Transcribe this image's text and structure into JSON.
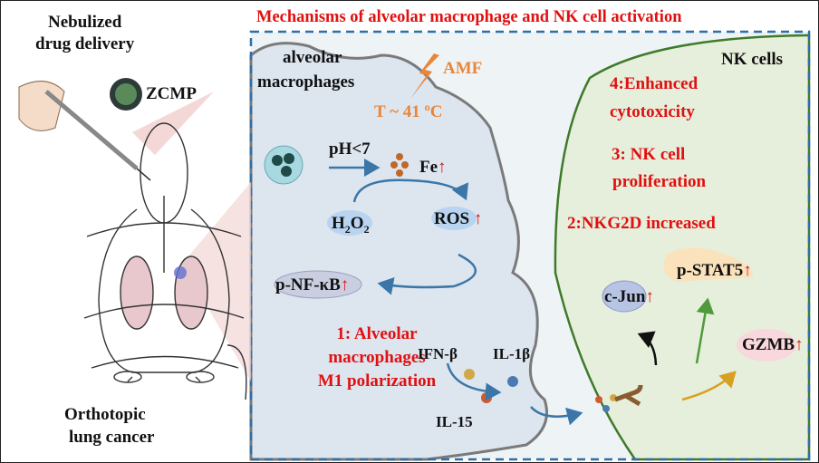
{
  "title": "Mechanisms of alveolar macrophage and NK cell activation",
  "left_panel": {
    "top_label_line1": "Nebulized",
    "top_label_line2": "drug delivery",
    "particle_label": "ZCMP",
    "bottom_label_line1": "Orthotopic",
    "bottom_label_line2": "lung cancer"
  },
  "macrophage": {
    "label_line1": "alveolar",
    "label_line2": "macrophages",
    "amf": "AMF",
    "temperature": "T ~ 41 ºC",
    "ph": "pH<7",
    "fe": "Fe",
    "h2o2": "H",
    "h2o2_sub1": "2",
    "h2o2_o": "O",
    "h2o2_sub2": "2",
    "ros": "ROS",
    "nfkb": "p-NF-κB",
    "step1_line1": "1: Alveolar",
    "step1_line2": "macrophages",
    "step1_line3": "M1 polarization",
    "cytokines": [
      "IFN-β",
      "IL-1β",
      "IL-15"
    ],
    "up_arrow": "↑"
  },
  "nk": {
    "label": "NK cells",
    "step4_line1": "4:Enhanced",
    "step4_line2": "cytotoxicity",
    "step3_line1": "3: NK cell",
    "step3_line2": "proliferation",
    "step2": "2:NKG2D increased",
    "cjun": "c-Jun",
    "pstat5": "p-STAT5",
    "gzmb": "GZMB"
  },
  "colors": {
    "red": "#e01010",
    "orange": "#e8863a",
    "blue_dash": "#2f6fa8",
    "green": "#3f7a2a"
  }
}
